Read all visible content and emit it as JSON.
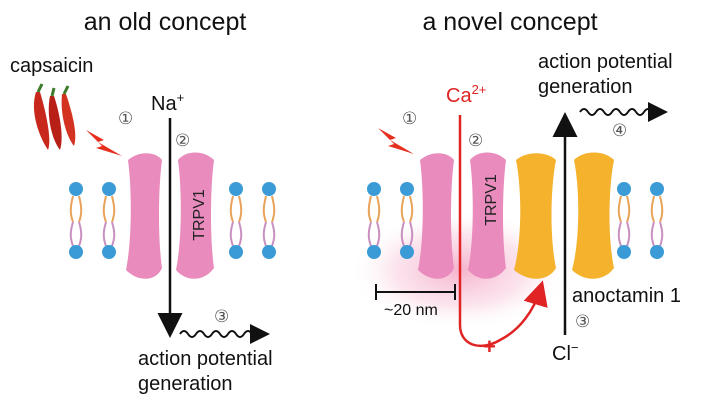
{
  "left_panel": {
    "title": "an old concept",
    "stimulus_label": "capsaicin",
    "ion_label": "Na",
    "ion_charge": "+",
    "channel_label": "TRPV1",
    "output_label_line1": "action potential",
    "output_label_line2": "generation",
    "steps": [
      "①",
      "②",
      "③"
    ]
  },
  "right_panel": {
    "title": "a novel concept",
    "ion_label": "Ca",
    "ion_charge": "2+",
    "channel_label": "TRPV1",
    "partner_label": "anoctamin 1",
    "distance_label": "~20 nm",
    "activation_sign": "+",
    "anion_label": "Cl",
    "anion_charge": "−",
    "output_label_line1": "action potential",
    "output_label_line2": "generation",
    "steps": [
      "①",
      "②",
      "③",
      "④"
    ]
  },
  "colors": {
    "trpv1": "#e98cbd",
    "anoctamin": "#f5b22c",
    "calcium": "#e02424",
    "lipid_head": "#3a9bd6",
    "lipid_tail_orange": "#e8a25a",
    "lipid_tail_pink": "#c98fc0",
    "lightning": "#e53020",
    "pepper": "#c8281c"
  }
}
